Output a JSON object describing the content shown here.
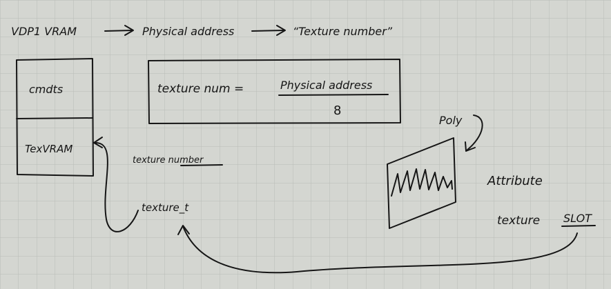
{
  "header": {
    "vram_label": "VDP1 VRAM",
    "physical_label": "Physical address",
    "texture_number_label": "“Texture number”"
  },
  "memory_box": {
    "top_label": "cmdts",
    "bottom_label": "TexVRAM"
  },
  "formula": {
    "lhs": "texture num =",
    "numerator": "Physical address",
    "denominator": "8"
  },
  "annotations": {
    "texture_number": "texture number",
    "texture_t": "texture_t",
    "poly": "Poly",
    "attribute": "Attribute",
    "texture_slot_prefix": "texture",
    "texture_slot_key": "SLOT"
  },
  "colors": {
    "background": "#d4d6d1",
    "grid": "#b9bcb6",
    "ink": "#151515"
  }
}
